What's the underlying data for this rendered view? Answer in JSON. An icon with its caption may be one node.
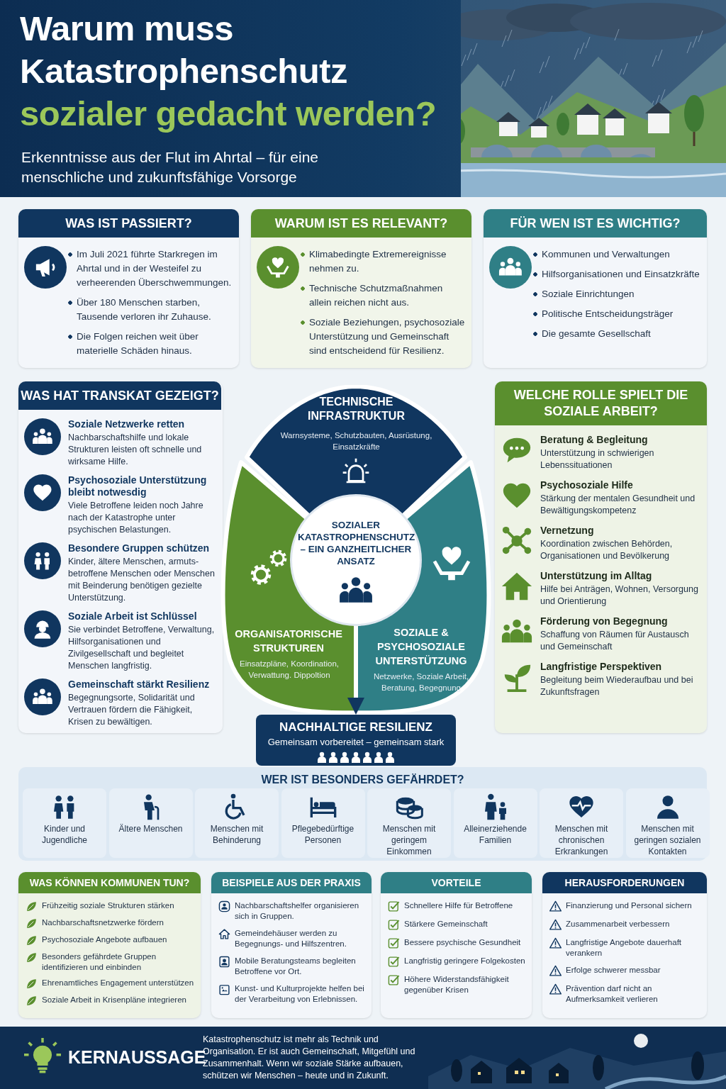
{
  "diagram": {
    "title": "Warum muss Katastrophenschutz sozialer gedacht werden?",
    "nodes": [
      {
        "text": [
          "WAS IST PASSIERT?",
          "Im Juli 2021 führte Starkregen im Ahrtal und in der Westeifel zu verheerenden Überschwemmungen.",
          "Über 180 Menschen starben, Tausende verloren ihr Zuhause.",
          "Die Folgen reichen weit über materielle Schäden hinaus."
        ]
      },
      {
        "text": [
          "WARUM IST ES RELEVANT?",
          "Klimabedingte Extremereignisse nehmen zu.",
          "Technische Schutzmaßnahmen allein reichen nicht aus.",
          "Soziale Beziehungen, psychosoziale Unterstützung und Gemeinschaft sind entscheidend für Resilienz."
        ]
      },
      {
        "text": [
          "FÜR WEN IST ES WICHTIG?",
          "Kommunen und Verwaltungen",
          "Hilfsorganisationen und Einsatzkräfte",
          "Soziale Einrichtungen",
          "Politische Entscheidungsträger",
          "Die gesamte Gesellschaft"
        ]
      },
      {
        "text": [
          "WAS HAT TRANSKAT GEZEIGT?",
          "Soziale Netzwerke retten",
          "Nachbarschaftshilfe und lokale Strukturen leisten oft schnelle und wirksame Hilfe.",
          "Psychosoziale Unterstützung bleibt notwesdig",
          "Viele Betroffene leiden noch Jahre nach der Katastrophe unter psychischen Belastungen.",
          "Besondere Gruppen schützen",
          "Kinder, ältere Menschen, armuts-betroffene Menschen oder Menschen mit Beinderung benötigen gezielte Unterstützung.",
          "Soziale Arbeit ist Schlüssel",
          "Sie verbindet Betroffene, Verwaltung, Hilfsorganisationen und Zivilgesellschaft und begleitet Menschen langfristig.",
          "Gemeinschaft stärkt Resilienz",
          "Begegnungsorte, Solidarität und Vertrauen fördern die Fähigkeit, Krisen zu bewältigen."
        ]
      },
      {
        "text": [
          "TECHNISCHE INFRASTRUKTUR",
          "Warnsysteme, Schutzbauten, Ausrüstung, Einsatzkräfte"
        ]
      },
      {
        "text": [
          "ORGANISATORISCHE STRUKTUREN",
          "Einsatzpläne, Koordination, Verwattung. Dippoltion"
        ]
      },
      {
        "text": [
          "SOZIALE & PSYCHOSOZIALE UNTERSTÜTZUNG",
          "Netzwerke, Soziale Arbeit, Beratung, Begegnung"
        ]
      },
      {
        "text": [
          "SOZIALER KATASTROPHENSCHUTZ – EIN GANZHEITLICHER ANSATZ"
        ]
      },
      {
        "text": [
          "NACHHALTIGE RESILIENZ",
          "Gemeinsam vorbereitet – gemeinsam stark"
        ]
      },
      {
        "text": [
          "WELCHE ROLLE SPIELT DIE SOZIALE ARBEIT?",
          "Beratung & Begleitung",
          "Unterstützung in schwierigen Lebenssituationen",
          "Psychosoziale Hilfe",
          "Stärkung der mentalen Gesundheit und Bewältigungskompetenz",
          "Vernetzung",
          "Koordination zwischen Behörden, Organisationen und Bevölkerung",
          "Unterstützung im Alltag",
          "Hilfe bei Anträgen, Wohnen, Versorgung und Orientierung",
          "Förderung von Begegnung",
          "Schaffung von Räumen für Austausch und Gemeinschaft",
          "Langfristige Perspektiven",
          "Begleitung beim Wiederaufbau und bei Zukunftsfragen"
        ]
      },
      {
        "text": [
          "WER IST BESONDERS GEFÄHRDET?"
        ]
      },
      {
        "text": [
          "Kinder und Jugendliche"
        ],
        "in": 10
      },
      {
        "text": [
          "Ältere Menschen"
        ],
        "in": 10
      },
      {
        "text": [
          "Menschen mit Behinderung"
        ],
        "in": 10
      },
      {
        "text": [
          "Pflegebedürftige Personen"
        ],
        "in": 10
      },
      {
        "text": [
          "Menschen mit geringem Einkommen"
        ],
        "in": 10
      },
      {
        "text": [
          "Alleinerziehende Familien"
        ],
        "in": 10
      },
      {
        "text": [
          "Menschen mit chronischen Erkrankungen"
        ],
        "in": 10
      },
      {
        "text": [
          "Menschen mit geringen sozialen Kontakten"
        ],
        "in": 10
      },
      {
        "text": [
          "WAS KÖNNEN KOMMUNEN TUN?",
          "Frühzeitig soziale Strukturen stärken",
          "Nachbarschaftsnetzwerke fördern",
          "Psychosoziale Angebote aufbauen",
          "Besonders gefährdete Gruppen identifizieren und einbinden",
          "Ehrenamtliches Engagement unterstützen",
          "Soziale Arbeit in Krisenpläne integrieren"
        ]
      },
      {
        "text": [
          "BEISPIELE AUS DER PRAXIS",
          "Nachbarschaftshelfer organisieren sich in Gruppen.",
          "Gemeindehäuser werden zu Begegnungs- und Hilfszentren.",
          "Mobile Beratungsteams begleiten Betroffene vor Ort.",
          "Kunst- und Kulturprojekte helfen bei der Verarbeitung von Erlebnissen."
        ]
      },
      {
        "text": [
          "VORTEILE",
          "Schnellere Hilfe für Betroffene",
          "Stärkere Gemeinschaft",
          "Bessere psychische Gesundheit",
          "Langfristig geringere Folgekosten",
          "Höhere Widerstandsfähigkeit gegenüber Krisen"
        ]
      },
      {
        "text": [
          "HERAUSFORDERUNGEN",
          "Finanzierung und Personal sichern",
          "Zusammenarbeit verbessern",
          "Langfristige Angebote dauerhaft verankern",
          "Erfolge schwerer messbar",
          "Prävention darf nicht an Aufmerksamkeit verlieren"
        ]
      },
      {
        "text": [
          "KERNAUSSAGE",
          "Katastrophenschutz ist mehr als Technik und Organisation. Er ist auch Gemeinschaft, Mitgefühl und Zusammenhalt. Wenn wir soziale Stärke aufbauen, schützen wir Menschen – heute und in Zukunft."
        ]
      }
    ],
    "edges": [
      {
        "from": 7,
        "to": 8,
        "arrow": "to"
      }
    ],
    "labels": [
      "Erkenntnisse aus der Flut im Ahrtal – für eine menschliche und zukunftsfähige Vorsorge"
    ]
  }
}
